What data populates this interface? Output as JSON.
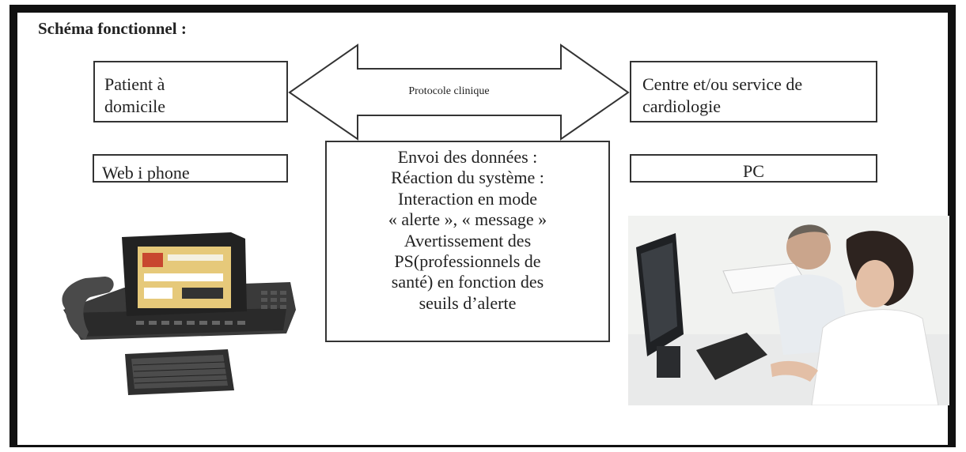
{
  "title": "Schéma fonctionnel :",
  "boxes": {
    "patient": [
      "Patient à",
      "domicile"
    ],
    "centre": [
      "Centre et/ou service de",
      "cardiologie"
    ],
    "web": "Web i phone",
    "pc": "PC"
  },
  "arrow_label": "Protocole clinique",
  "center_box": [
    "Envoi des données :",
    "Réaction du système :",
    "Interaction en mode",
    "« alerte », « message »",
    "Avertissement des",
    "PS(professionnels de",
    "santé) en fonction des",
    "seuils d’alerte"
  ]
}
